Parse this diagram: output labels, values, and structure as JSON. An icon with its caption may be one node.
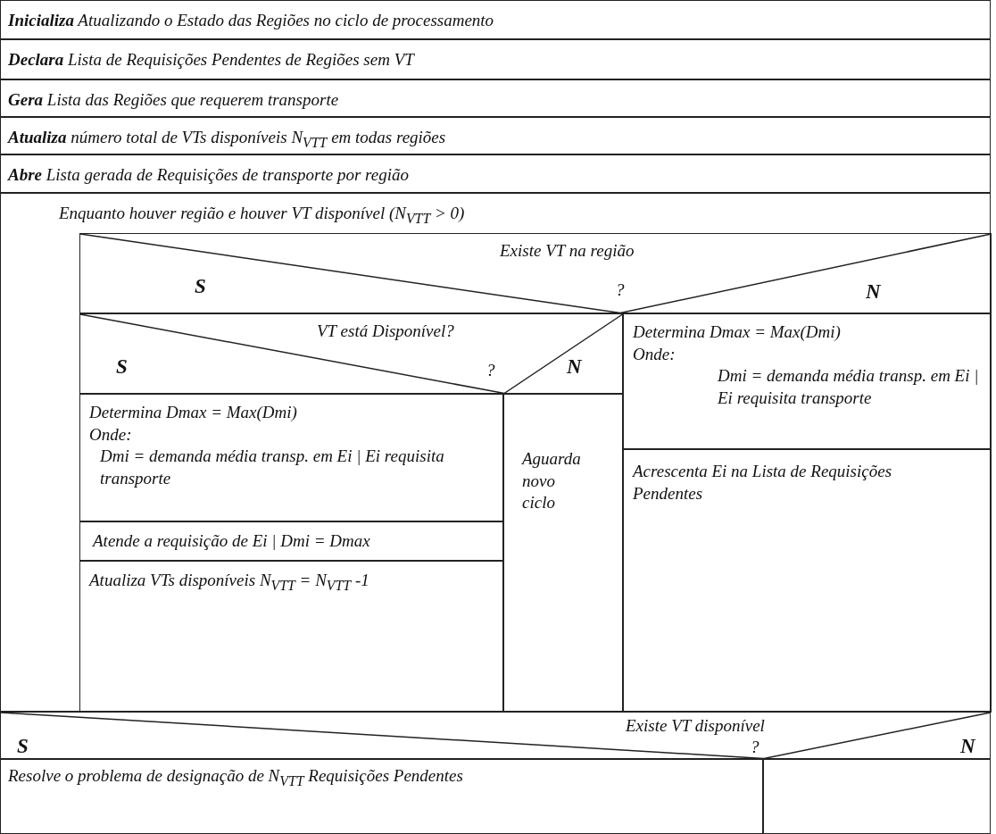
{
  "diagram": {
    "nodes": [
      {
        "text": [
          "**Inicializa** Atualizando o Estado das Regiões no ciclo de processamento"
        ]
      },
      {
        "text": [
          "**Declara** Lista de Requisições Pendentes de Regiões sem VT"
        ]
      },
      {
        "text": [
          "**Gera** Lista das Regiões que requerem transporte"
        ]
      },
      {
        "text": [
          "**Atualiza** número total de VTs disponíveis N$_{VTT}$ em todas regiões"
        ]
      },
      {
        "text": [
          "**Abre** Lista gerada de Requisições de transporte por região"
        ]
      },
      {
        "text": [
          "Enquanto houver região e houver VT disponível (N$_{VTT}$ > 0)"
        ]
      },
      {
        "text": [
          "Existe VT na região",
          "S",
          "?",
          "N"
        ],
        "in": 5
      },
      {
        "text": [
          "VT está Disponível?",
          "S",
          "?",
          "N"
        ],
        "in": 5
      },
      {
        "text": [
          "Determina Dmax = Max(Dmi)",
          "Onde:",
          "Dmi = demanda média transp. em Ei | Ei requisita transporte"
        ],
        "in": 5
      },
      {
        "text": [
          "Aguarda novo ciclo"
        ],
        "in": 5
      },
      {
        "text": [
          "Determina Dmax = Max(Dmi)",
          "Onde:",
          "Dmi = demanda média transp. em Ei | Ei requisita transporte"
        ],
        "in": 5
      },
      {
        "text": [
          "Atende a requisição de Ei | Dmi = Dmax"
        ],
        "in": 5
      },
      {
        "text": [
          "Acrescenta Ei na Lista de Requisições Pendentes"
        ],
        "in": 5
      },
      {
        "text": [
          "Atualiza VTs disponíveis N$_{VTT}$ = N$_{VTT}$ -1"
        ],
        "in": 5
      },
      {
        "text": [
          "Existe VT disponível",
          "S",
          "?",
          "N"
        ]
      },
      {
        "text": [
          "Resolve o problema de designação de N$_{VTT}$ Requisições Pendentes"
        ]
      },
      {
        "text": [],
        "shape": "box"
      }
    ]
  }
}
